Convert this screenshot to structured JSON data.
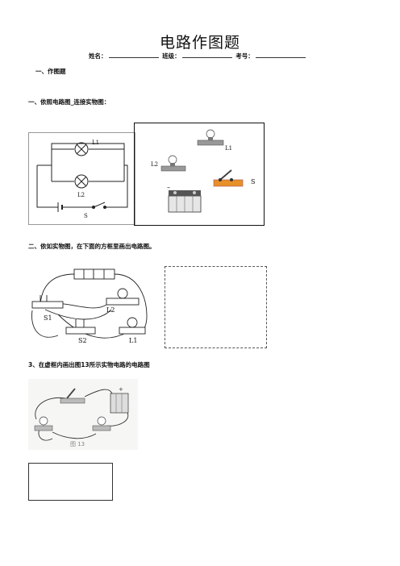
{
  "title": "电路作图题",
  "info": {
    "name_label": "姓名：",
    "class_label": "班级：",
    "exam_label": "考号："
  },
  "section1": {
    "heading": "一、作图题",
    "q1": "一、依照电路图_连接实物图：",
    "left_diagram": {
      "l1": "L1",
      "l2": "L2",
      "s": "S"
    },
    "right_photo": {
      "l1": "L1",
      "l2": "L2",
      "s": "S"
    }
  },
  "section2": {
    "q2": "二、依如实物图，在下面的方框里画出电路图。",
    "labels": {
      "s1": "S1",
      "s2": "S2",
      "l1": "L1",
      "l2": "L2"
    }
  },
  "section3": {
    "q3": "3、在虚框内画出图13所示实物电路的电路图",
    "caption": "图 13"
  }
}
